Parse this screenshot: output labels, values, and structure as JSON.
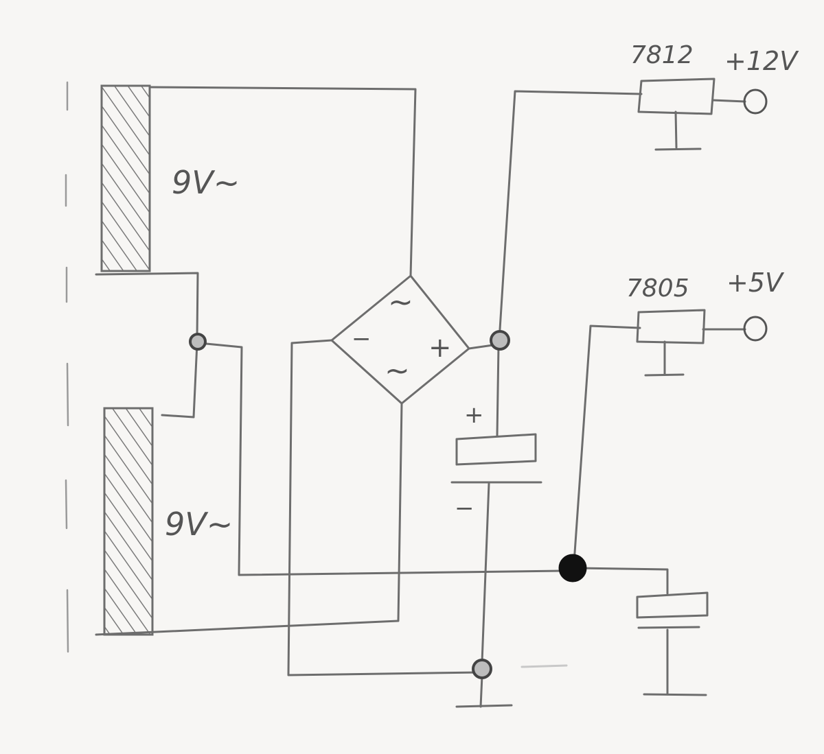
{
  "transformer": {
    "upper_winding_label": "9V~",
    "lower_winding_label": "9V~"
  },
  "rectifier": {
    "ac_top_mark": "~",
    "ac_bottom_mark": "~",
    "minus_mark": "−",
    "plus_mark": "+"
  },
  "capacitor": {
    "plus_mark": "+",
    "minus_mark": "−"
  },
  "regulator_12": {
    "part_label": "7812",
    "output_label": "+12V"
  },
  "regulator_5": {
    "part_label": "7805",
    "output_label": "+5V"
  },
  "colors": {
    "ink": "#6d6d6d",
    "paper": "#f7f6f4",
    "junction": "#111111"
  }
}
